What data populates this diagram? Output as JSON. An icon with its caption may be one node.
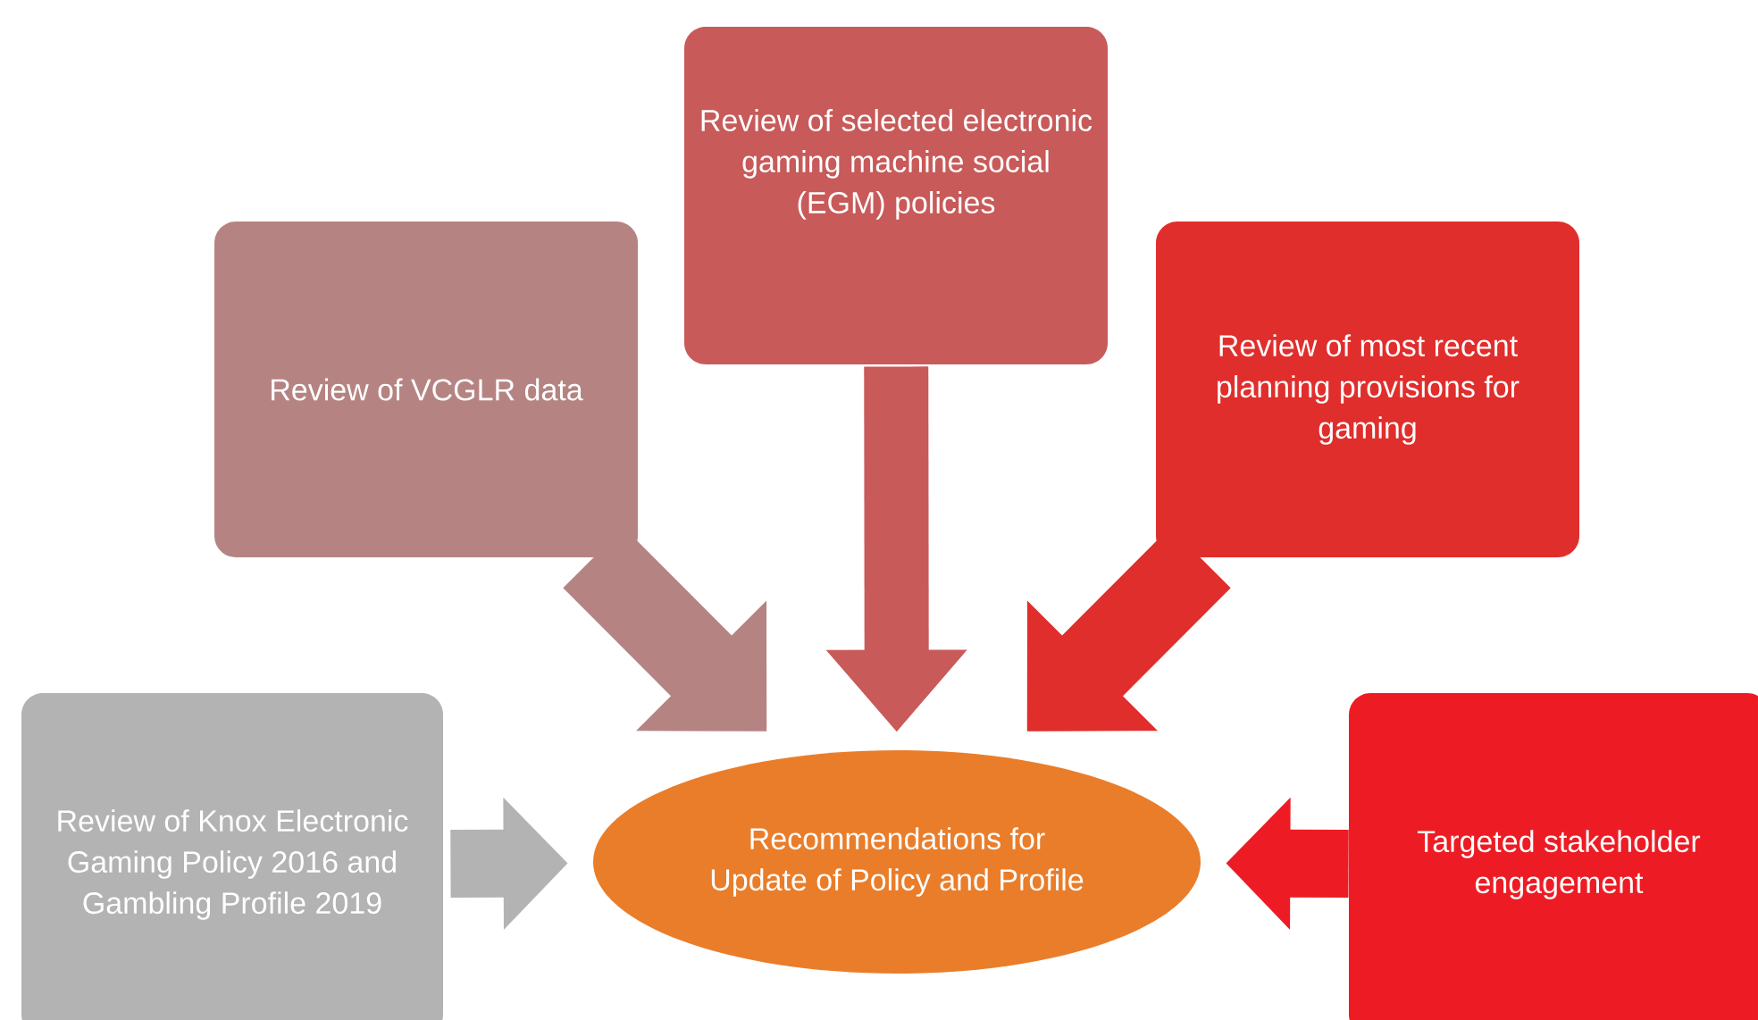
{
  "diagram": {
    "nodes": [
      {
        "text": [
          "Review of Knox Electronic Gaming Policy 2016 and Gambling Profile 2019"
        ]
      },
      {
        "text": [
          "Review of VCGLR data"
        ]
      },
      {
        "text": [
          "Review of selected electronic gaming machine social (EGM) policies"
        ]
      },
      {
        "text": [
          "Review of most recent planning provisions for gaming"
        ]
      },
      {
        "text": [
          "Targeted stakeholder engagement"
        ]
      },
      {
        "text": [
          "Recommendations for Update of Policy and Profile"
        ]
      }
    ],
    "edges": [
      {
        "from": 0,
        "to": 5,
        "arrow": "to",
        "color": "#b3b3b3"
      },
      {
        "from": 1,
        "to": 5,
        "arrow": "to",
        "color": "#b58482"
      },
      {
        "from": 2,
        "to": 5,
        "arrow": "to",
        "color": "#c85a5a"
      },
      {
        "from": 3,
        "to": 5,
        "arrow": "to",
        "color": "#e02e2c"
      },
      {
        "from": 4,
        "to": 5,
        "arrow": "to",
        "color": "#ed1c24"
      }
    ]
  }
}
